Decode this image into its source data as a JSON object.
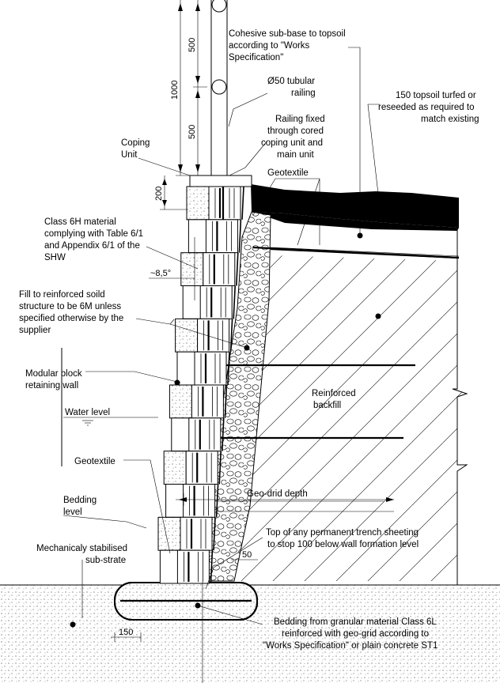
{
  "labels": {
    "cohesive": [
      "Cohesive sub-base to topsoil",
      "according to \"Works",
      "Specification\""
    ],
    "tubular": [
      "Ø50 tubular",
      "railing"
    ],
    "topsoil": [
      "150 topsoil turfed or",
      "reseeded as required to",
      "match existing"
    ],
    "railing_fixed": [
      "Railing fixed",
      "through cored",
      "coping unit and",
      "main unit"
    ],
    "coping": [
      "Coping",
      "Unit"
    ],
    "geotextile_top": "Geotextile",
    "class6h": [
      "Class 6H material",
      "complying with Table 6/1",
      "and Appendix 6/1 of the",
      "SHW"
    ],
    "fill": [
      "Fill to reinforced soild",
      "structure to be 6M unless",
      "specified otherwise by the",
      "supplier"
    ],
    "modular": [
      "Modular block",
      "retaining wall"
    ],
    "reinforced": [
      "Reinforced",
      "backfill"
    ],
    "water_level": "Water level",
    "geotextile_low": "Geotextile",
    "geogrid_depth": "Geo-drid depth",
    "bedding_level": [
      "Bedding",
      "level"
    ],
    "trench": [
      "Top of any permanent trench sheeting",
      "to stop 100 below wall formation level"
    ],
    "mech": [
      "Mechanicaly stabilised",
      "sub-strate"
    ],
    "bedding_granular": [
      "Bedding from granular material Class 6L",
      "reinforced with geo-grid according to",
      "\"Works Specification\" or plain concrete ST1"
    ]
  },
  "dimensions": {
    "d500_top": "500",
    "d1000": "1000",
    "d500_bottom": "500",
    "d200": "200",
    "angle": "~8,5°",
    "d50": "50",
    "d150": "150"
  }
}
